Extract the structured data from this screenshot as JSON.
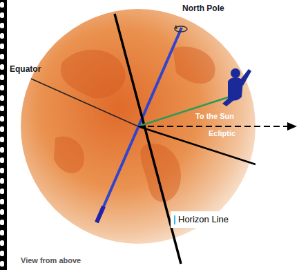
{
  "diagram": {
    "labels": [
      "North Pole",
      "Equator",
      "To the Sun",
      "Ecliptic",
      "Horizon Line",
      "View from above"
    ]
  }
}
